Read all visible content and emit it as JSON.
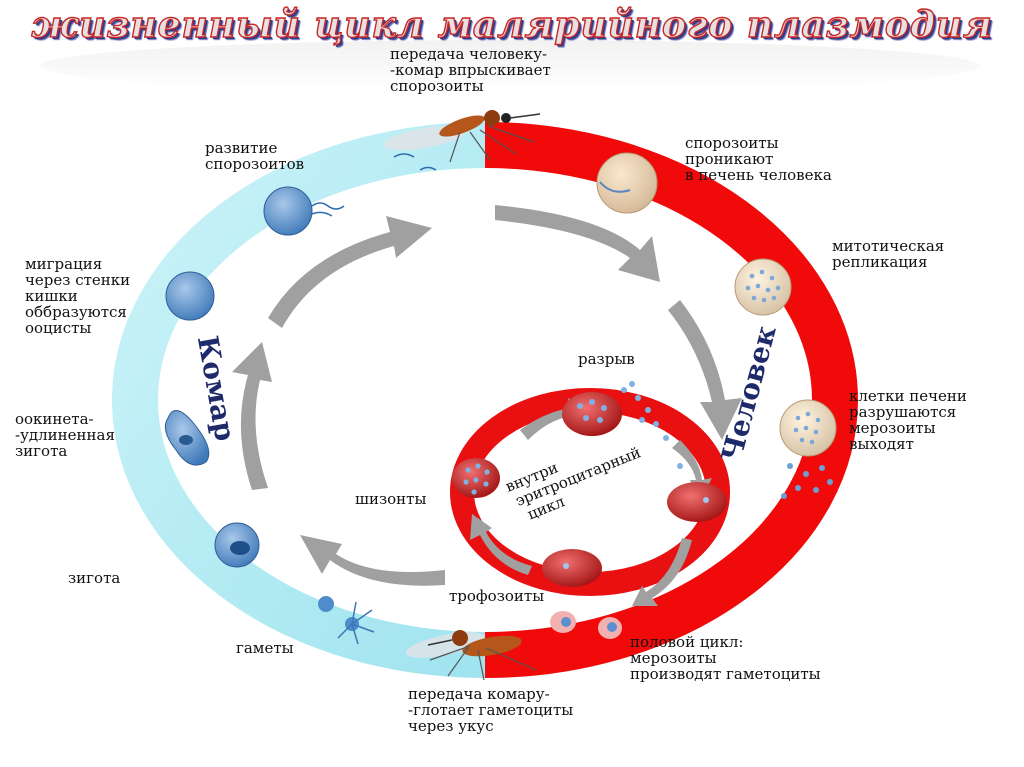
{
  "title": "жизненный цикл малярийного плазмодия",
  "labels": {
    "transfer_to_human": "передача человеку-\n-комар впрыскивает\nспорозоиты",
    "sporozoite_development": "развитие\nспорозоитов",
    "sporozoites_enter_liver": "спорозоиты\nпроникают\nв печень человека",
    "migration": "миграция\nчерез стенки\nкишки\nоббразуются\nооцисты",
    "mitotic_replication": "митотическая\nрепликация",
    "rupture": "разрыв",
    "liver_cells_destroyed": "клетки печени\nразрушаются\nмерозоиты\nвыходят",
    "ookinete": "оокинета-\n-удлиненная\nзигота",
    "erythrocytic_cycle": "внутри\nэритроцитарный\nцикл",
    "schizonts": "шизонты",
    "zygote": "зигота",
    "trophozoites": "трофозоиты",
    "gametes": "гаметы",
    "sexual_cycle": "половой цикл:\nмерозоиты\nпроизводят гаметоциты",
    "transfer_to_mosquito": "передача комару-\n-глотает гаметоциты\nчерез укус",
    "mosquito_side": "Комар",
    "human_side": "Человек"
  },
  "colors": {
    "mosquito_ring": "#a8e8f2",
    "human_ring": "#f00a0a",
    "arrow": "#a0a0a0",
    "title_outline": "#c62828",
    "side_label": "#1f2a6b"
  },
  "icons": [
    "mosquito-icon",
    "blood-cell-icon",
    "liver-cell-icon",
    "oocyst-icon",
    "zygote-icon",
    "gamete-icon"
  ]
}
